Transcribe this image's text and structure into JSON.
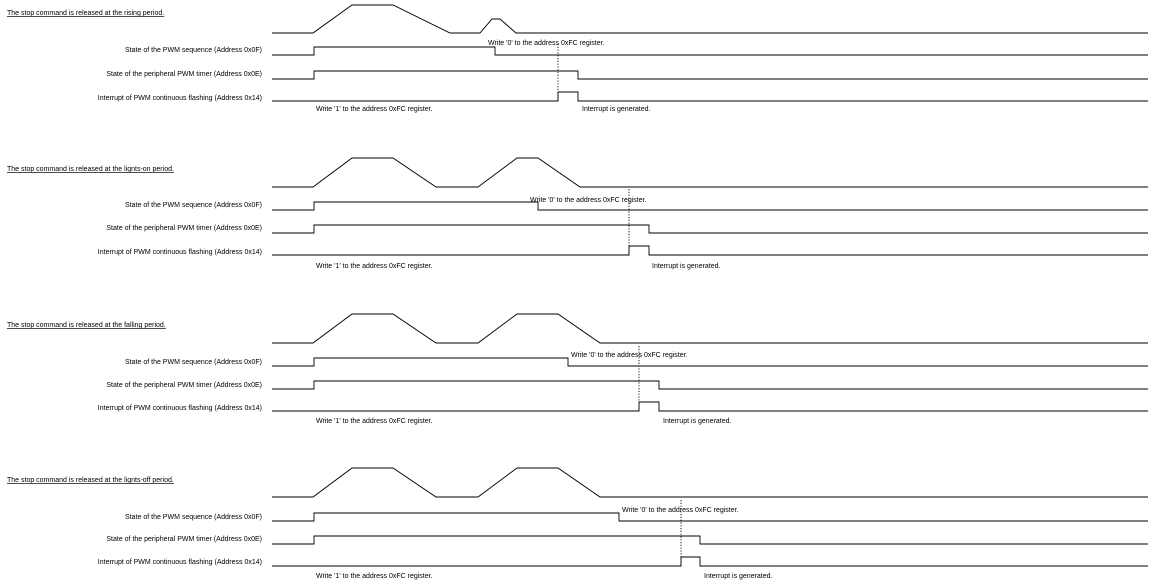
{
  "sections": [
    {
      "title": "The stop command is released at the rising period.",
      "signals": [
        "State of the PWM sequence (Address 0x0F)",
        "State of the peripheral PWM timer (Address 0x0E)",
        "Interrupt of PWM continuous flashing (Address 0x14)"
      ],
      "write0_note": "Write '0' to the address 0xFC register.",
      "write1_note": "Write '1' to the address 0xFC register.",
      "interrupt_note": "Interrupt is generated."
    },
    {
      "title": "The stop command is released at the lignts-on period.",
      "signals": [
        "State of the PWM sequence (Address 0x0F)",
        "State of the peripheral PWM timer (Address 0x0E)",
        "Interrupt of PWM continuous flashing (Address 0x14)"
      ],
      "write0_note": "Write '0' to the address 0xFC register.",
      "write1_note": "Write '1' to the address 0xFC register.",
      "interrupt_note": "Interrupt is generated."
    },
    {
      "title": "The stop command is released at the falling period.",
      "signals": [
        "State of the PWM sequence (Address 0x0F)",
        "State of the peripheral PWM timer (Address 0x0E)",
        "Interrupt of PWM continuous flashing (Address 0x14)"
      ],
      "write0_note": "Write '0' to the address 0xFC register.",
      "write1_note": "Write '1' to the address 0xFC register.",
      "interrupt_note": "Interrupt is generated."
    },
    {
      "title": "The stop command is released at the lignts-off period.",
      "signals": [
        "State of the PWM sequence (Address 0x0F)",
        "State of the peripheral PWM timer (Address 0x0E)",
        "Interrupt of PWM continuous flashing (Address 0x14)"
      ],
      "write0_note": "Write '0' to the address 0xFC register.",
      "write1_note": "Write '1' to the address 0xFC register.",
      "interrupt_note": "Interrupt is generated."
    }
  ]
}
